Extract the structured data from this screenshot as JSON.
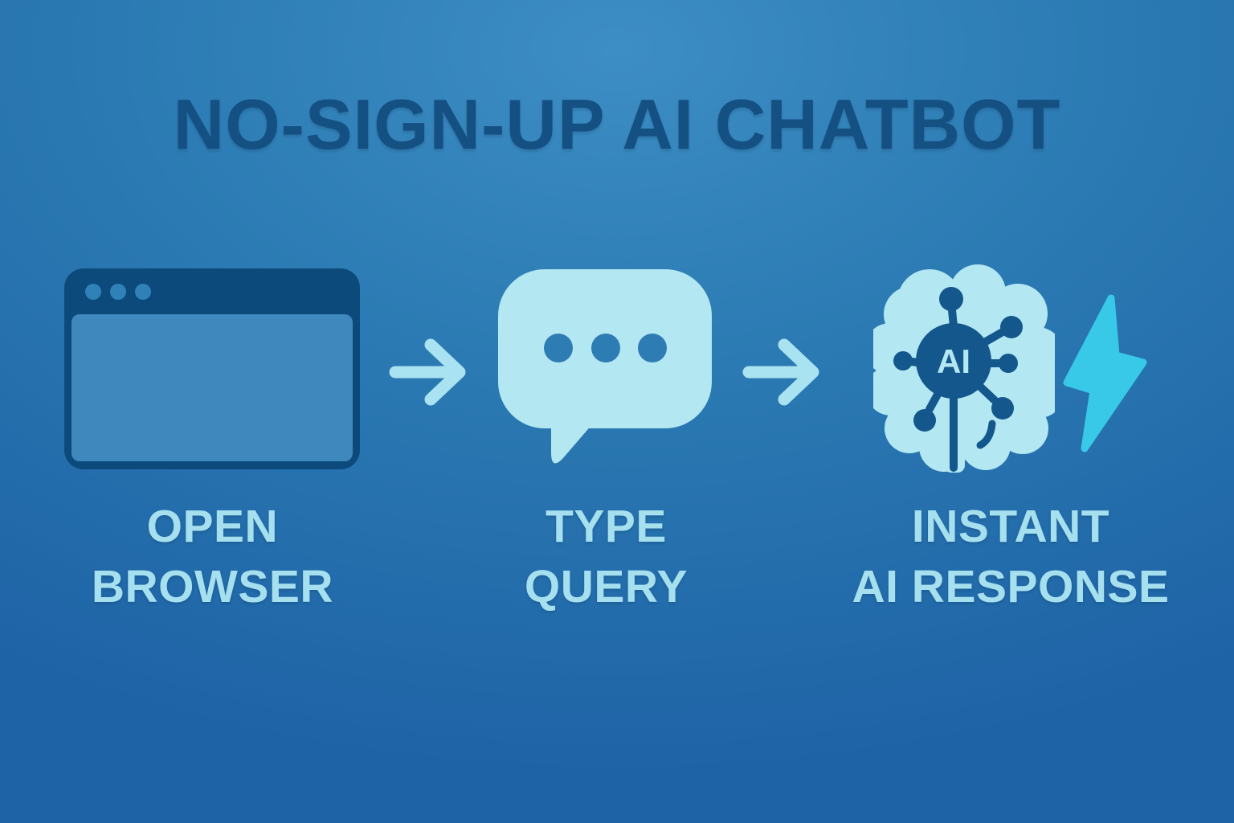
{
  "title": "NO-SIGN-UP AI CHATBOT",
  "steps": [
    {
      "icon": "browser-window-icon",
      "lines": [
        "OPEN",
        "BROWSER"
      ]
    },
    {
      "icon": "chat-bubble-icon",
      "lines": [
        "TYPE",
        "QUERY"
      ]
    },
    {
      "icon": "ai-brain-icon lightning-bolt-icon",
      "lines": [
        "INSTANT",
        "AI RESPONSE"
      ]
    }
  ],
  "arrows": [
    {
      "icon": "arrow-right-icon"
    },
    {
      "icon": "arrow-right-icon"
    }
  ],
  "ai_badge": "AI",
  "colors": {
    "bg_top": "#3d8ec4",
    "bg_mid": "#2b7ab3",
    "bg_bottom": "#1e63a6",
    "title_color": "#155083",
    "label_color": "#a6e0ef",
    "icon_light": "#b3e7f2",
    "icon_dark": "#0d4a7c",
    "browser_body": "#3f88be",
    "browser_dot": "#2f81b8",
    "bubble_dot": "#2e7cb4",
    "node_blue": "#14578c",
    "bolt_color": "#38c8e8",
    "arrow_color": "#a9e2f0"
  }
}
